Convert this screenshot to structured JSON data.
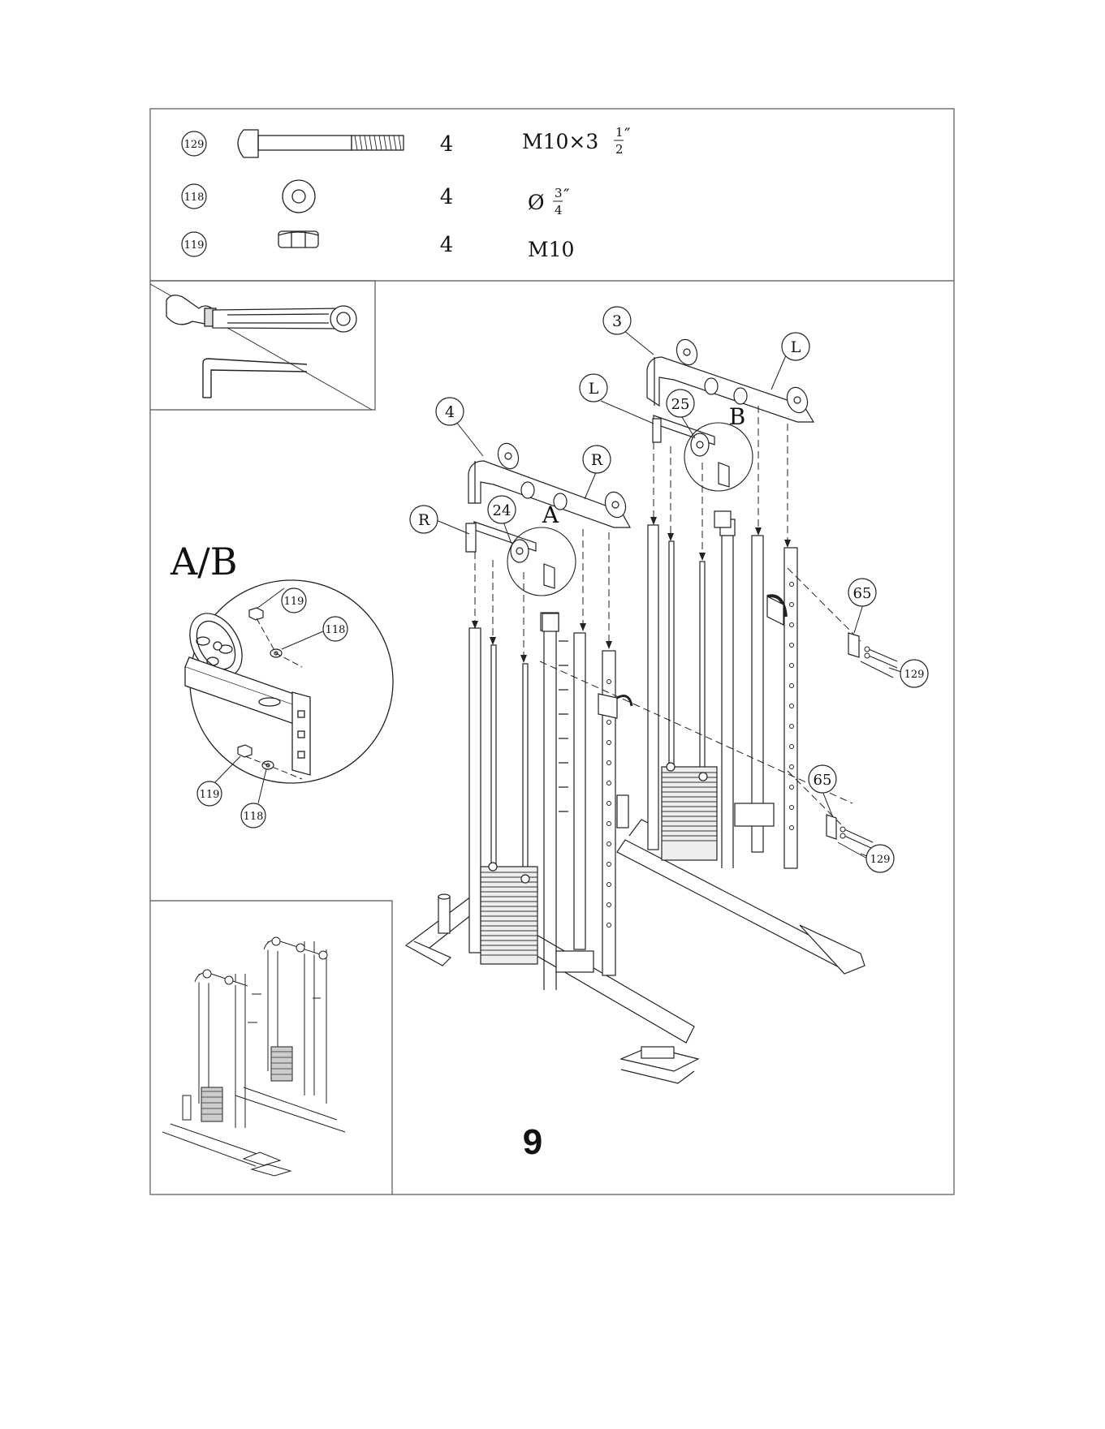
{
  "parts": [
    {
      "id": "129",
      "qty": "4",
      "spec_main": "M10×3",
      "frac_num": "1",
      "frac_den": "2",
      "frac_unit": "″",
      "icon": "carriage-bolt-icon"
    },
    {
      "id": "118",
      "qty": "4",
      "spec_main": "Ø",
      "frac_num": "3",
      "frac_den": "4",
      "frac_unit": "″",
      "icon": "washer-icon"
    },
    {
      "id": "119",
      "qty": "4",
      "spec_main": "M10",
      "icon": "hex-nut-icon"
    }
  ],
  "tools": [
    "adjustable-wrench-icon",
    "allen-key-icon"
  ],
  "detail": {
    "title": "A/B",
    "callouts": [
      "119",
      "118",
      "119",
      "118"
    ]
  },
  "main_labels": {
    "top_right_frame": "3",
    "top_left_frame": "4",
    "pulley_bracket_right": "25",
    "pulley_bracket_left": "24",
    "side_L1": "L",
    "side_L2": "L",
    "side_R1": "R",
    "side_R2": "R",
    "detail_a": "A",
    "detail_b": "B",
    "plate_upper": "65",
    "plate_lower": "65",
    "bolt_upper": "129",
    "bolt_lower": "129"
  },
  "step_number": "9"
}
